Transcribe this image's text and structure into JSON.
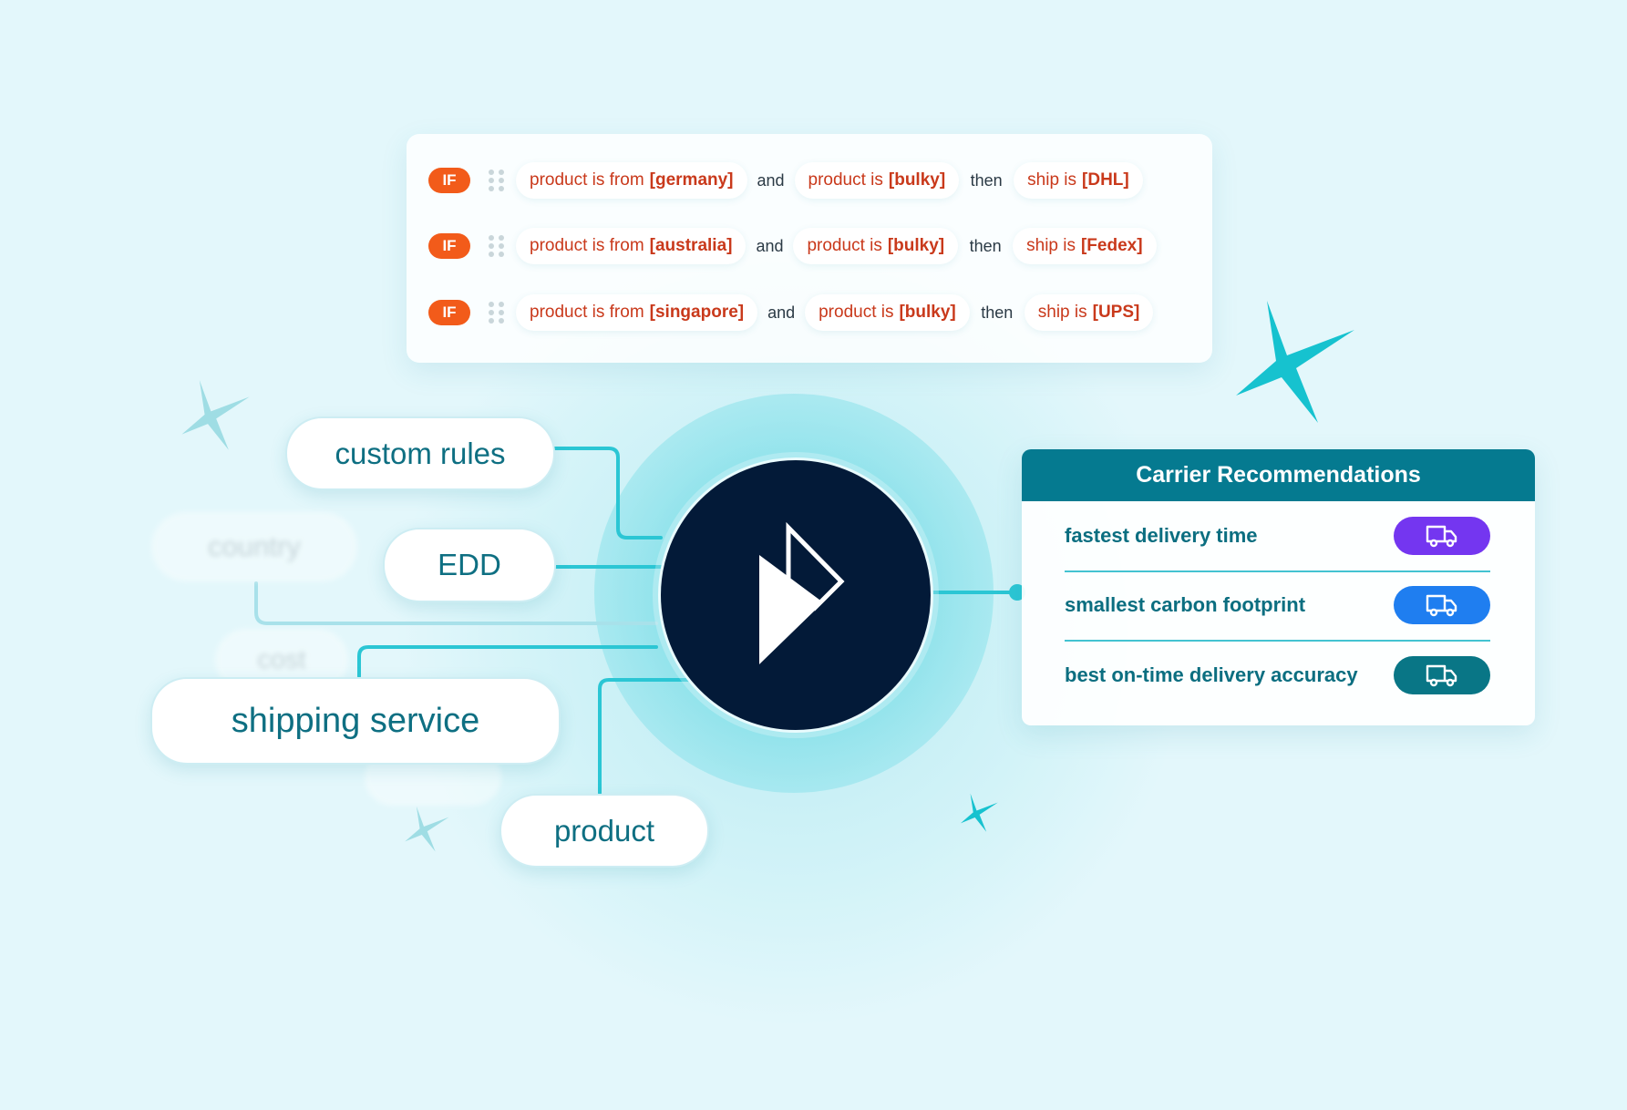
{
  "rules": [
    {
      "badge": "IF",
      "cond1_prefix": "product is from",
      "cond1_value": "[germany]",
      "connector": "and",
      "cond2_prefix": "product is",
      "cond2_value": "[bulky]",
      "then": "then",
      "action_prefix": "ship is",
      "action_value": "[DHL]"
    },
    {
      "badge": "IF",
      "cond1_prefix": "product is from",
      "cond1_value": "[australia]",
      "connector": "and",
      "cond2_prefix": "product is",
      "cond2_value": "[bulky]",
      "then": "then",
      "action_prefix": "ship is",
      "action_value": "[Fedex]"
    },
    {
      "badge": "IF",
      "cond1_prefix": "product is from",
      "cond1_value": "[singapore]",
      "connector": "and",
      "cond2_prefix": "product is",
      "cond2_value": "[bulky]",
      "then": "then",
      "action_prefix": "ship is",
      "action_value": "[UPS]"
    }
  ],
  "nodes": {
    "custom_rules": "custom rules",
    "edd": "EDD",
    "shipping_service": "shipping service",
    "product": "product",
    "country": "country",
    "cost": "cost"
  },
  "recommendations": {
    "title": "Carrier Recommendations",
    "items": [
      {
        "label": "fastest delivery time",
        "icon": "truck-icon",
        "color": "#7436f0"
      },
      {
        "label": "smallest carbon footprint",
        "icon": "truck-icon",
        "color": "#1f7ef0"
      },
      {
        "label": "best on-time delivery accuracy",
        "icon": "truck-icon",
        "color": "#097686"
      }
    ]
  },
  "colors": {
    "background": "#e3f7fb",
    "accent_teal": "#22c3d2",
    "if_badge": "#f25b1a",
    "rule_text": "#c9391b",
    "center": "#031a38"
  }
}
